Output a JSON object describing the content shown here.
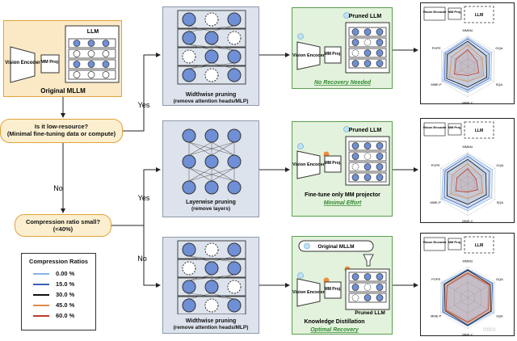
{
  "original": {
    "llm": "LLM",
    "encoder": "Vision Encoder",
    "proj": "MM Proj.",
    "caption": "Original MLLM"
  },
  "q1": {
    "line1": "Is it low-resource?",
    "line2": "(Minimal fine-tuning data or compute)"
  },
  "q2": {
    "line1": "Compression ratio small?",
    "line2": "(<40%)"
  },
  "yes1": "Yes",
  "no1": "No",
  "yes2": "Yes",
  "no2": "No",
  "prune1": {
    "line1": "Widthwise pruning",
    "line2": "(remove attention heads/MLP)"
  },
  "prune2": {
    "line1": "Layerwise pruning",
    "line2": "(remove layers)"
  },
  "prune3": {
    "line1": "Widthwise pruning",
    "line2": "(remove attention heads/MLP)"
  },
  "res1": {
    "title": "Pruned LLM",
    "encoder": "Vision Encoder",
    "proj": "MM Proj.",
    "note": "No Recovery Needed"
  },
  "res2": {
    "title": "Pruned LLM",
    "encoder": "Vision Encoder",
    "proj": "MM Proj.",
    "caption": "Fine-tune only MM projector",
    "note": "Minimal Effort"
  },
  "res3": {
    "teacher": "Original MLLM",
    "title": "Pruned LLM",
    "encoder": "Vision Encoder",
    "proj": "MM Proj.",
    "caption": "Knowledge Distillation",
    "note": "Optimal Recovery"
  },
  "legend": {
    "title": "Compression Ratios",
    "items": [
      {
        "label": "0.00 %",
        "color": "#8ab4e3"
      },
      {
        "label": "15.0 %",
        "color": "#3b5fb8"
      },
      {
        "label": "30.0 %",
        "color": "#111111"
      },
      {
        "label": "45.0 %",
        "color": "#e08a4a"
      },
      {
        "label": "60.0 %",
        "color": "#c0392b"
      }
    ]
  },
  "radar_axes": [
    "MMMU",
    "GQA",
    "SQA",
    "MME-C",
    "MME-P",
    "POPE"
  ],
  "mini": {
    "encoder": "Vision Encoder",
    "proj": "MM Proj.",
    "llm": "LLM"
  },
  "watermark": "miro",
  "palette": {
    "orange": "#e0a33b",
    "green": "#58a04f",
    "gray": "#8d99ab",
    "node": "#6f8fd6"
  }
}
